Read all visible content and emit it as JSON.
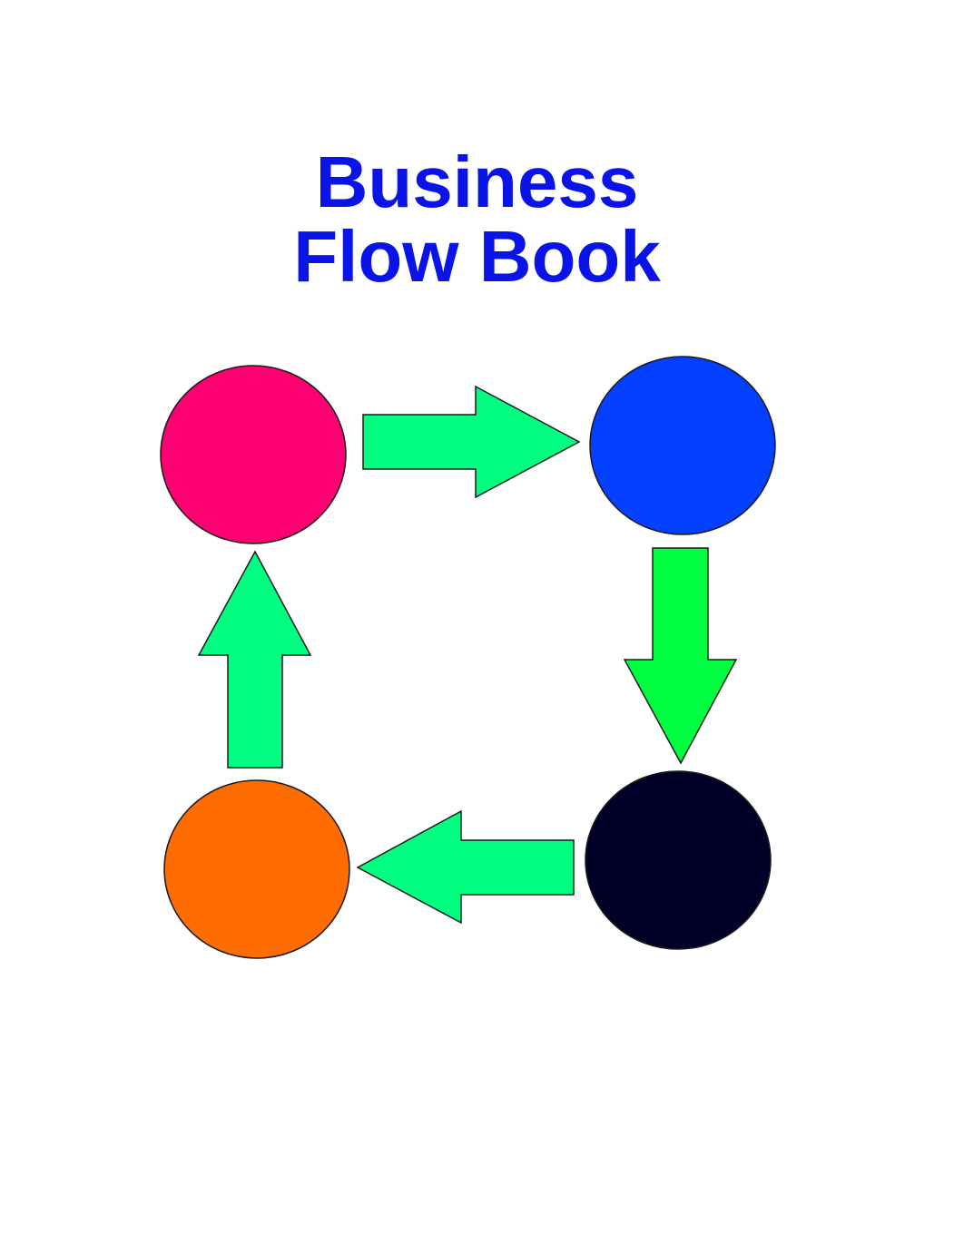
{
  "title": {
    "line1": "Business",
    "line2": "Flow Book",
    "color": "#0a14e6"
  },
  "nodes": [
    {
      "id": "top-left",
      "color": "#ff0072"
    },
    {
      "id": "top-right",
      "color": "#0440ff"
    },
    {
      "id": "bottom-right",
      "color": "#000028"
    },
    {
      "id": "bottom-left",
      "color": "#ff6c00"
    }
  ],
  "arrows": [
    {
      "from": "top-left",
      "to": "top-right",
      "direction": "right",
      "color": "#00ff80"
    },
    {
      "from": "top-right",
      "to": "bottom-right",
      "direction": "down",
      "color": "#00ff40"
    },
    {
      "from": "bottom-right",
      "to": "bottom-left",
      "direction": "left",
      "color": "#00ff80"
    },
    {
      "from": "bottom-left",
      "to": "top-left",
      "direction": "up",
      "color": "#00ff80"
    }
  ],
  "stroke_color": "#1a1a1a"
}
